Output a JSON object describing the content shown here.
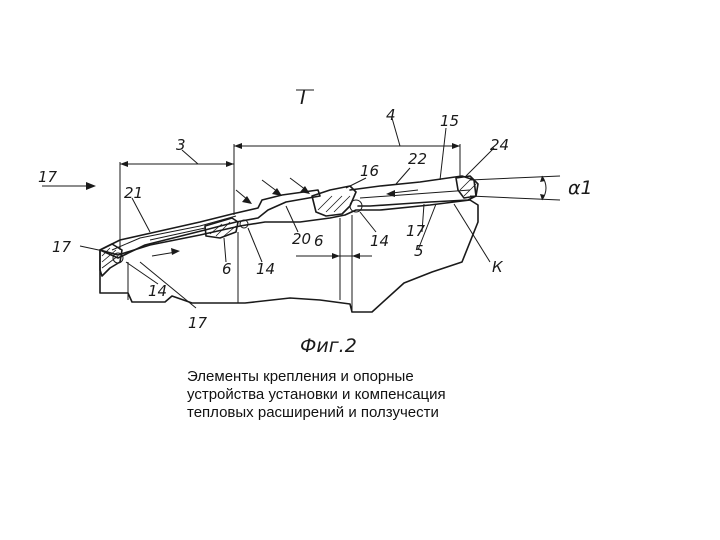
{
  "figure": {
    "view_label": "I",
    "fig_title": "Фиг.2",
    "callouts": {
      "n17_left": "17",
      "n17_bottom_left": "17",
      "n17_bottom": "17",
      "n17_right": "17",
      "n21": "21",
      "n3": "3",
      "n4": "4",
      "n15": "15",
      "n24": "24",
      "n16": "16",
      "n22": "22",
      "n14_a": "14",
      "n14_b": "14",
      "n14_c": "14",
      "n6_a": "6",
      "n6_b": "6",
      "n20": "20",
      "n5": "5",
      "nK": "К",
      "alpha": "α1"
    }
  },
  "caption": {
    "line1": "Элементы крепления и опорные",
    "line2": "устройства установки и компенсация",
    "line3": "тепловых расширений и ползучести"
  }
}
